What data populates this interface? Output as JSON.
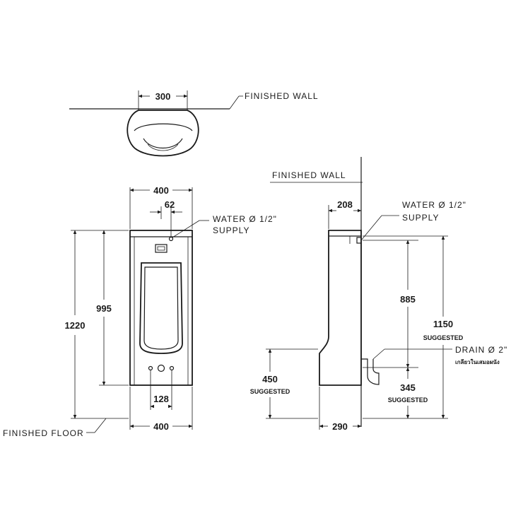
{
  "labels": {
    "finished_wall_top": "FINISHED WALL",
    "finished_wall_side": "FINISHED WALL",
    "finished_floor": "FINISHED FLOOR",
    "water_front_line1": "WATER Ø 1/2\"",
    "water_front_line2": "SUPPLY",
    "water_side_line1": "WATER Ø 1/2\"",
    "water_side_line2": "SUPPLY",
    "drain_line1": "DRAIN Ø 2\"",
    "drain_line2": "เกลียวในเสมอผนัง",
    "suggested_1150": "SUGGESTED",
    "suggested_450": "SUGGESTED",
    "suggested_345": "SUGGESTED"
  },
  "dimensions": {
    "top_width": "300",
    "front_width_top": "400",
    "supply_offset": "62",
    "front_height_total": "1220",
    "front_height_inner": "995",
    "sensor_spacing": "128",
    "front_width_bottom": "400",
    "side_depth_top": "208",
    "side_supply_height": "885",
    "side_height_total": "1150",
    "side_mount_height": "450",
    "side_drain_height": "345",
    "side_depth_bottom": "290"
  }
}
